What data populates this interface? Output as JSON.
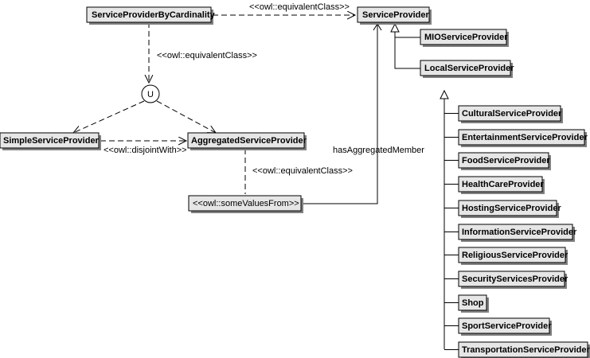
{
  "classes": {
    "service_provider_by_cardinality": "ServiceProviderByCardinality",
    "service_provider": "ServiceProvider",
    "mio_service_provider": "MIOServiceProvider",
    "local_service_provider": "LocalServiceProvider",
    "simple_service_provider": "SimpleServiceProvider",
    "aggregated_service_provider": "AggregatedServiceProvider",
    "some_values_from": "<<owl::someValuesFrom>>",
    "subclasses": [
      "CulturalServiceProvider",
      "EntertainmentServiceProvider",
      "FoodServiceProvider",
      "HealthCareProvider",
      "HostingServiceProvider",
      "InformationServiceProvider",
      "ReligiousServiceProvider",
      "SecurityServicesProvider",
      "Shop",
      "SportServiceProvider",
      "TransportationServiceProvider"
    ]
  },
  "labels": {
    "equiv_top": "<<owl::equivalentClass>>",
    "equiv_left": "<<owl::equivalentClass>>",
    "disjoint": "<<owl::disjointWith>>",
    "equiv_bottom": "<<owl::equivalentClass>>",
    "has_aggregated_member": "hasAggregatedMember",
    "union_symbol": "U"
  }
}
